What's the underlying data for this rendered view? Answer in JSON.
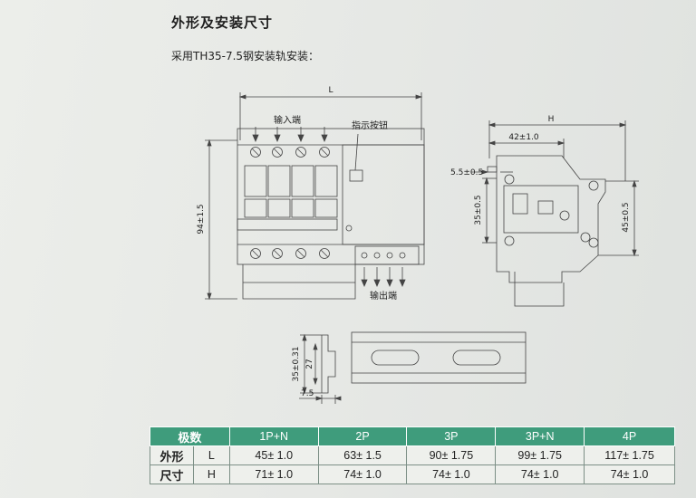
{
  "section": {
    "title": "外形及安装尺寸",
    "subtitle": "采用TH35-7.5钢安装轨安装："
  },
  "front_view": {
    "dim_width": "L",
    "dim_height": "94±1.5",
    "label_input": "输入端",
    "label_indicator": "指示按钮",
    "label_output": "输出端"
  },
  "side_view": {
    "dim_total": "H",
    "dim_top": "42±1.0",
    "dim_offset": "5.5±0.5",
    "dim_rail": "35±0.5",
    "dim_right": "45±0.5"
  },
  "rail_profile": {
    "dim_outer": "35±0.31",
    "dim_inner": "27",
    "dim_depth": "7.5"
  },
  "table": {
    "header_label": "极数",
    "header": [
      "1P+N",
      "2P",
      "3P",
      "3P+N",
      "4P"
    ],
    "rows": [
      {
        "group": "外形",
        "key": "L",
        "values": [
          "45± 1.0",
          "63± 1.5",
          "90± 1.75",
          "99± 1.75",
          "117± 1.75"
        ]
      },
      {
        "group": "尺寸",
        "key": "H",
        "values": [
          "71± 1.0",
          "74± 1.0",
          "74± 1.0",
          "74± 1.0",
          "74± 1.0"
        ]
      }
    ]
  }
}
